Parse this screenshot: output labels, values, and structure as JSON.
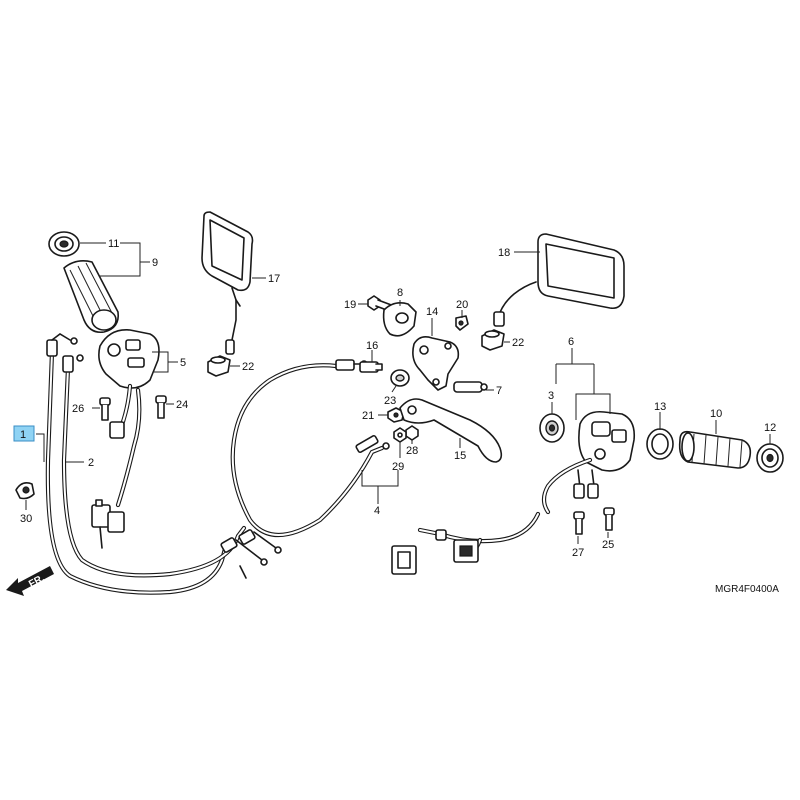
{
  "diagram": {
    "callouts": {
      "c1": "1",
      "c2": "2",
      "c3": "3",
      "c4": "4",
      "c5": "5",
      "c6": "6",
      "c7": "7",
      "c8": "8",
      "c9": "9",
      "c10": "10",
      "c11": "11",
      "c12": "12",
      "c13": "13",
      "c14": "14",
      "c15": "15",
      "c16": "16",
      "c17": "17",
      "c18": "18",
      "c19": "19",
      "c20": "20",
      "c21": "21",
      "c22a": "22",
      "c22b": "22",
      "c23": "23",
      "c24": "24",
      "c25": "25",
      "c26": "26",
      "c27": "27",
      "c28": "28",
      "c29": "29",
      "c30": "30"
    },
    "highlighted_callout": "1",
    "highlight_color": "#8fd3f4",
    "direction_arrow_label": "FR.",
    "diagram_code": "MGR4F0400A"
  }
}
